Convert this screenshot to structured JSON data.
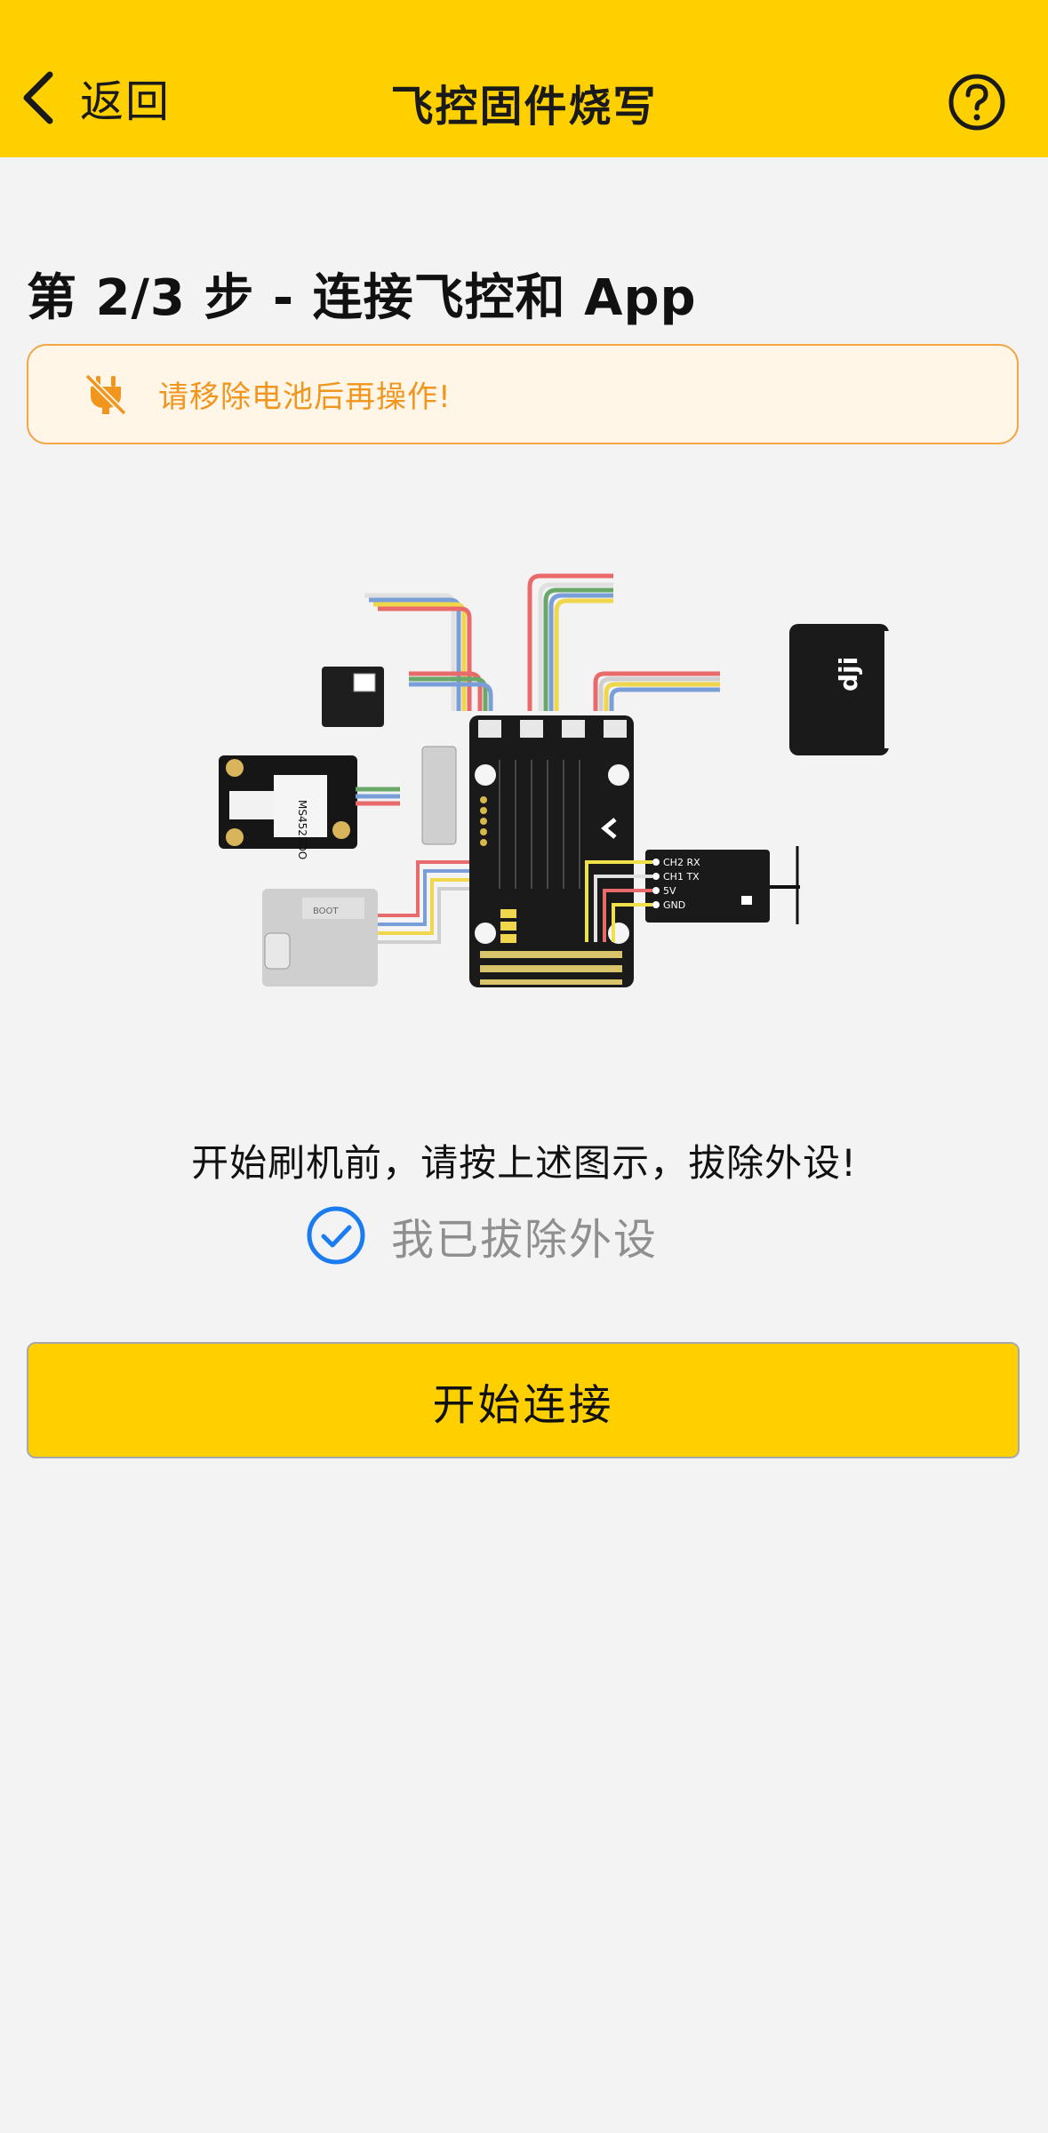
{
  "header": {
    "back_label": "返回",
    "title": "飞控固件烧写",
    "help_icon": "question-circle-icon"
  },
  "step": {
    "title": "第 2/3 步 - 连接飞控和 App"
  },
  "warning": {
    "icon": "unplug-icon",
    "text": "请移除电池后再操作!"
  },
  "diagram": {
    "receiver_pins": [
      "CH2 RX",
      "CH1 TX",
      "5V",
      "GND"
    ],
    "logo_text": "dji",
    "sensor_label": "MS4525DO",
    "board_marking": "BOOT"
  },
  "instruction": "开始刷机前，请按上述图示，拔除外设!",
  "confirm": {
    "checked": true,
    "label": "我已拔除外设"
  },
  "primary_button": "开始连接",
  "colors": {
    "accent": "#ffd000",
    "warning_text": "#f0961e",
    "warning_border": "#f3a544",
    "check": "#1a7cf0",
    "background": "#f3f3f3"
  }
}
